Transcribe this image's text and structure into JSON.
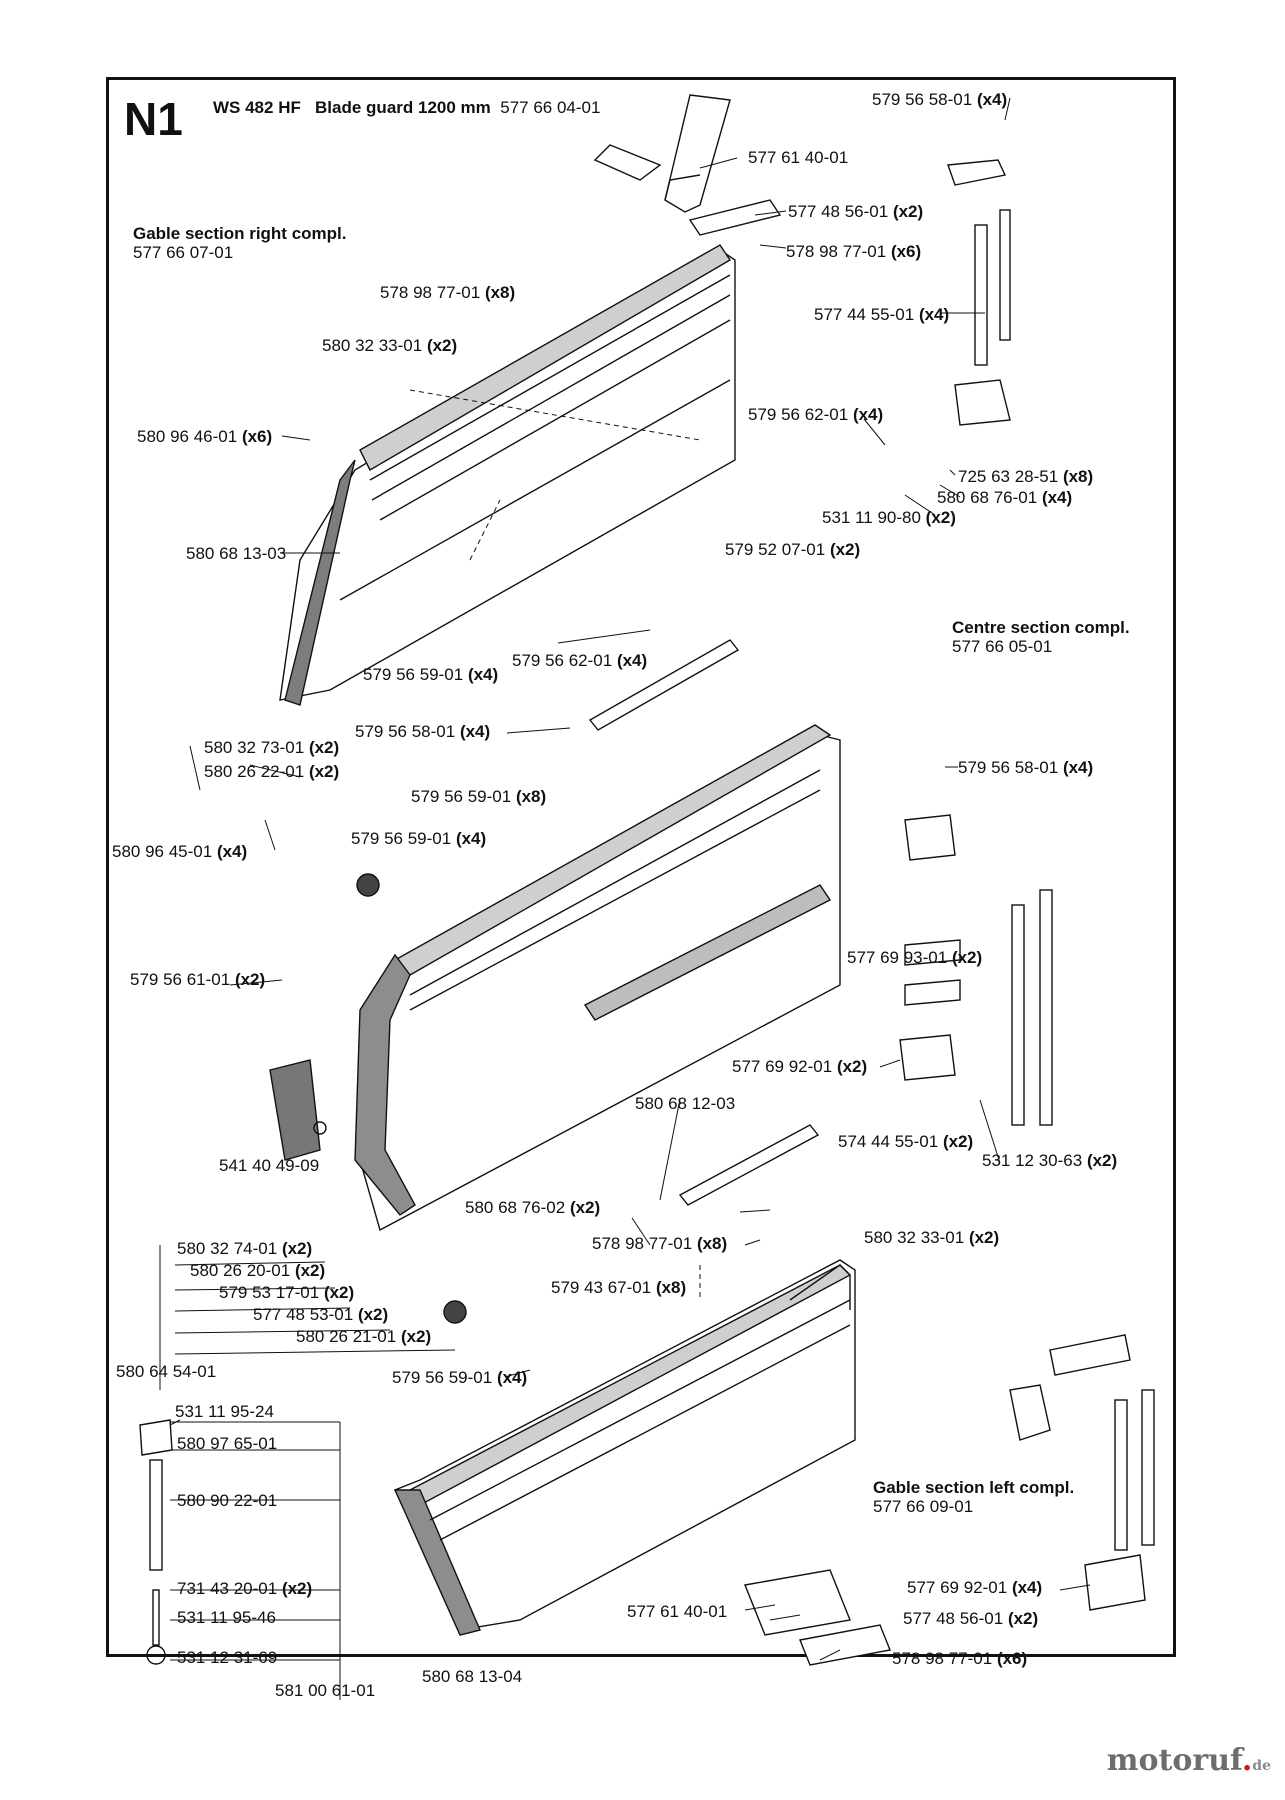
{
  "header": {
    "section_code": "N1",
    "model": "WS 482 HF",
    "assembly_name": "Blade guard 1200 mm",
    "assembly_number": "577 66 04-01"
  },
  "groups": [
    {
      "id": "gable-right",
      "name": "Gable section right compl.",
      "number": "577 66 07-01"
    },
    {
      "id": "centre",
      "name": "Centre section compl.",
      "number": "577 66 05-01"
    },
    {
      "id": "gable-left",
      "name": "Gable section left compl.",
      "number": "577 66 09-01"
    }
  ],
  "parts": [
    {
      "number": "579 56 58-01",
      "qty": "(x4)"
    },
    {
      "number": "577 61 40-01",
      "qty": ""
    },
    {
      "number": "577 48 56-01",
      "qty": "(x2)"
    },
    {
      "number": "578 98 77-01",
      "qty": "(x6)"
    },
    {
      "number": "578 98 77-01",
      "qty": "(x8)"
    },
    {
      "number": "580 32 33-01",
      "qty": "(x2)"
    },
    {
      "number": "577 44 55-01",
      "qty": "(x4)"
    },
    {
      "number": "579 56 62-01",
      "qty": "(x4)"
    },
    {
      "number": "580 96 46-01",
      "qty": "(x6)"
    },
    {
      "number": "725 63 28-51",
      "qty": "(x8)"
    },
    {
      "number": "580 68 76-01",
      "qty": "(x4)"
    },
    {
      "number": "531 11 90-80",
      "qty": "(x2)"
    },
    {
      "number": "580 68 13-03",
      "qty": ""
    },
    {
      "number": "579 52 07-01",
      "qty": "(x2)"
    },
    {
      "number": "579 56 62-01",
      "qty": "(x4)"
    },
    {
      "number": "579 56 59-01",
      "qty": "(x4)"
    },
    {
      "number": "579 56 58-01",
      "qty": "(x4)"
    },
    {
      "number": "580 32 73-01",
      "qty": "(x2)"
    },
    {
      "number": "580 26 22-01",
      "qty": "(x2)"
    },
    {
      "number": "579 56 58-01",
      "qty": "(x4)"
    },
    {
      "number": "579 56 59-01",
      "qty": "(x8)"
    },
    {
      "number": "579 56 59-01",
      "qty": "(x4)"
    },
    {
      "number": "580 96 45-01",
      "qty": "(x4)"
    },
    {
      "number": "579 56 61-01",
      "qty": "(x2)"
    },
    {
      "number": "577 69 93-01",
      "qty": "(x2)"
    },
    {
      "number": "577 69 92-01",
      "qty": "(x2)"
    },
    {
      "number": "580 68 12-03",
      "qty": ""
    },
    {
      "number": "574 44 55-01",
      "qty": "(x2)"
    },
    {
      "number": "531 12 30-63",
      "qty": "(x2)"
    },
    {
      "number": "541 40 49-09",
      "qty": ""
    },
    {
      "number": "580 68 76-02",
      "qty": "(x2)"
    },
    {
      "number": "580 32 74-01",
      "qty": "(x2)"
    },
    {
      "number": "580 26 20-01",
      "qty": "(x2)"
    },
    {
      "number": "579 53 17-01",
      "qty": "(x2)"
    },
    {
      "number": "577 48 53-01",
      "qty": "(x2)"
    },
    {
      "number": "580 26 21-01",
      "qty": "(x2)"
    },
    {
      "number": "580 64 54-01",
      "qty": ""
    },
    {
      "number": "578 98 77-01",
      "qty": "(x8)"
    },
    {
      "number": "580 32 33-01",
      "qty": "(x2)"
    },
    {
      "number": "579 43 67-01",
      "qty": "(x8)"
    },
    {
      "number": "579 56 59-01",
      "qty": "(x4)"
    },
    {
      "number": "531 11 95-24",
      "qty": ""
    },
    {
      "number": "580 97 65-01",
      "qty": ""
    },
    {
      "number": "580 90 22-01",
      "qty": ""
    },
    {
      "number": "731 43 20-01",
      "qty": "(x2)"
    },
    {
      "number": "531 11 95-46",
      "qty": ""
    },
    {
      "number": "531 12 31-69",
      "qty": ""
    },
    {
      "number": "581 00 61-01",
      "qty": ""
    },
    {
      "number": "577 61 40-01",
      "qty": ""
    },
    {
      "number": "577 48 56-01",
      "qty": "(x2)"
    },
    {
      "number": "578 98 77-01",
      "qty": "(x6)"
    },
    {
      "number": "577 69 92-01",
      "qty": "(x4)"
    },
    {
      "number": "580 68 13-04",
      "qty": ""
    }
  ],
  "watermark": {
    "name": "motoruf",
    "dot": ".",
    "tld": "de"
  },
  "colors": {
    "line": "#111111",
    "panel_shade": "#9a9a9a",
    "panel_dark": "#4a4a4a",
    "watermark": "#6d6d6d",
    "watermark_dot": "#d01818"
  }
}
